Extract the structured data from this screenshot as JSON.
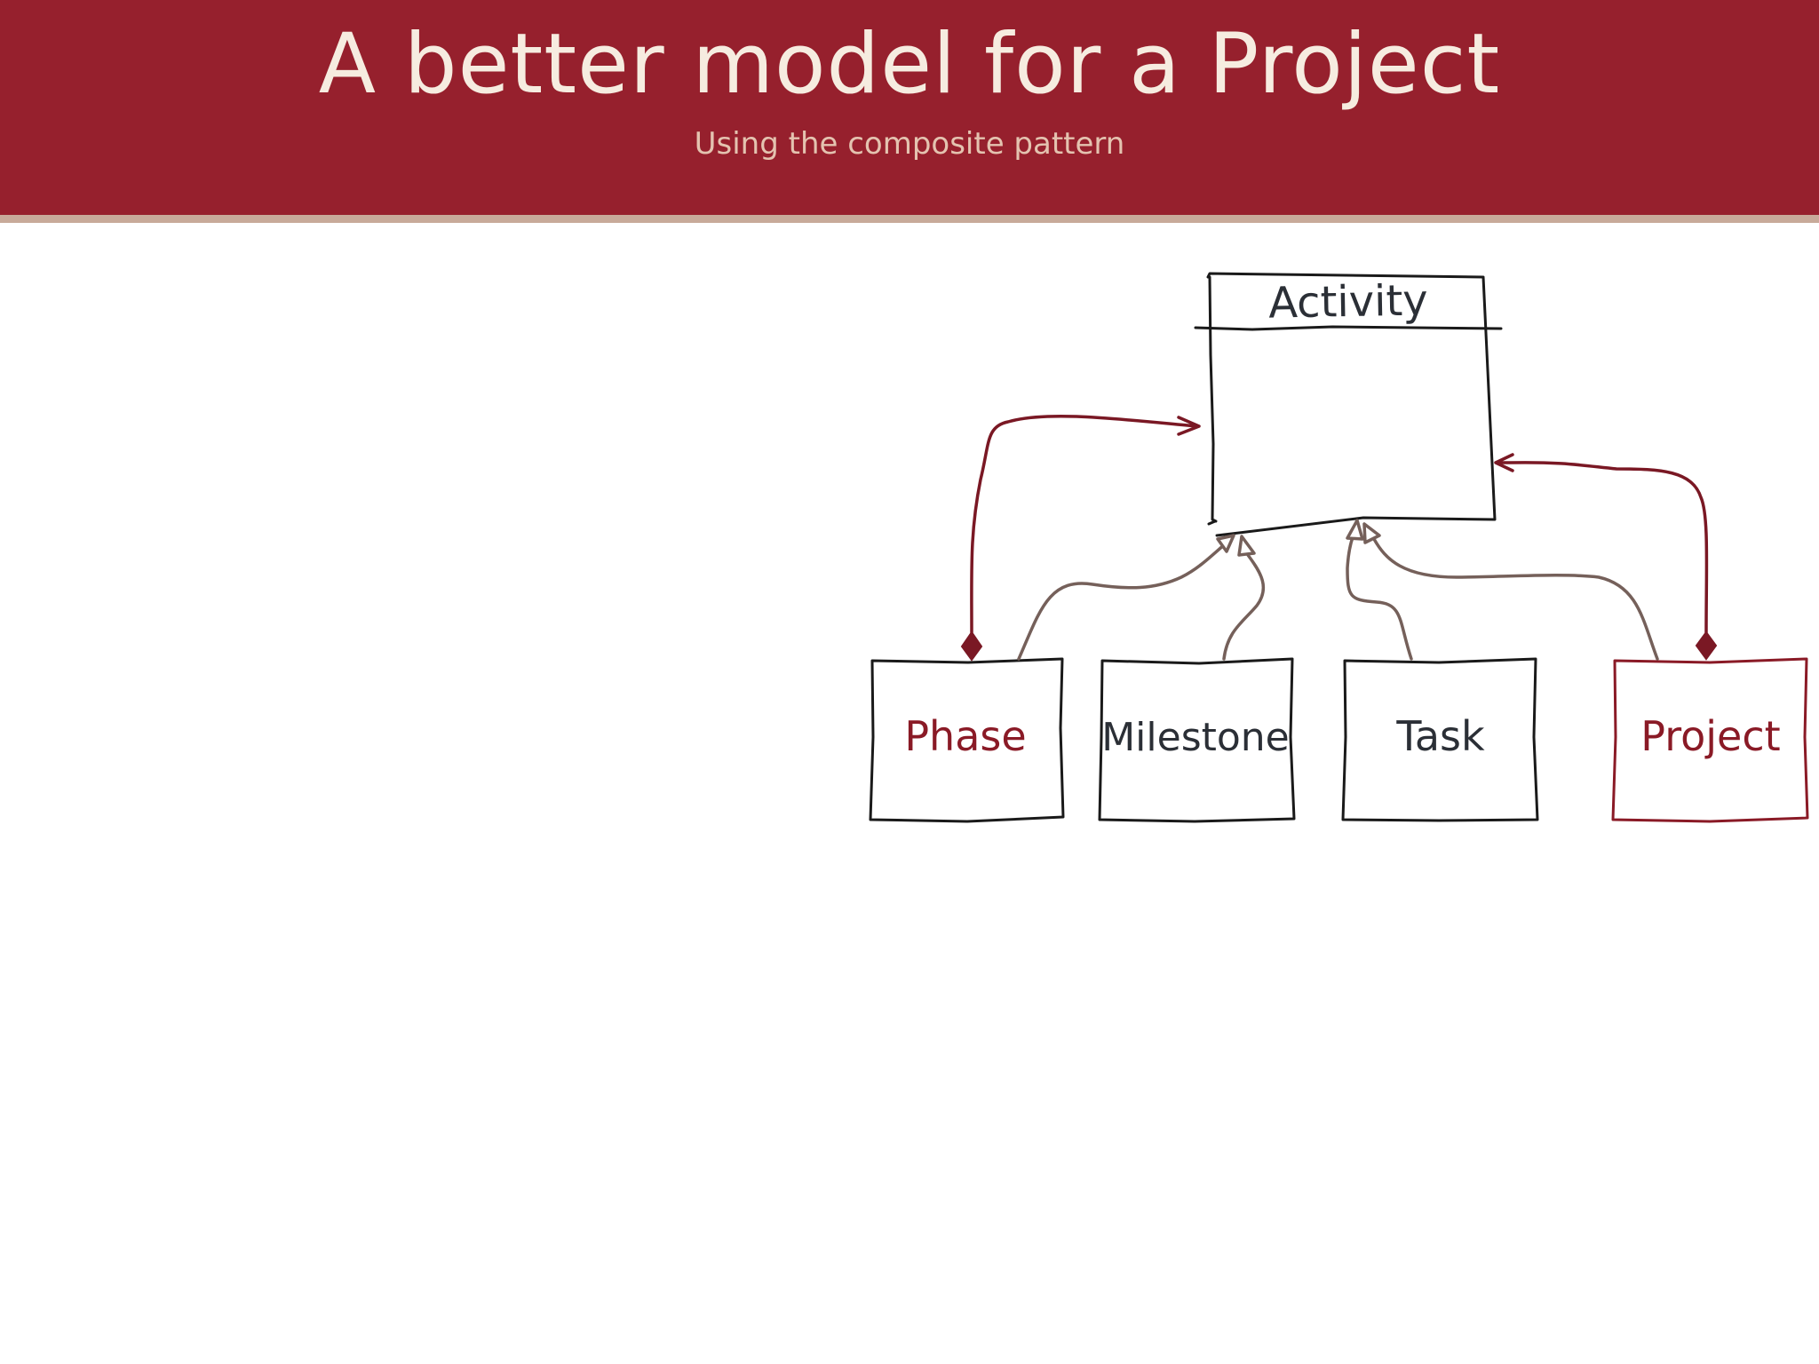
{
  "slide": {
    "title": "A better model for a Project",
    "subtitle": "Using the composite pattern"
  },
  "diagram": {
    "parent_class": "Activity",
    "children": [
      "Phase",
      "Milestone",
      "Task",
      "Project"
    ],
    "composite_children": [
      "Phase",
      "Project"
    ],
    "colors": {
      "header_background": "#96202d",
      "header_rule": "#c8aa9a",
      "composite_accent": "#8a1a26",
      "generalization_line": "#75605a",
      "box_outline": "#1a1a1a"
    }
  }
}
